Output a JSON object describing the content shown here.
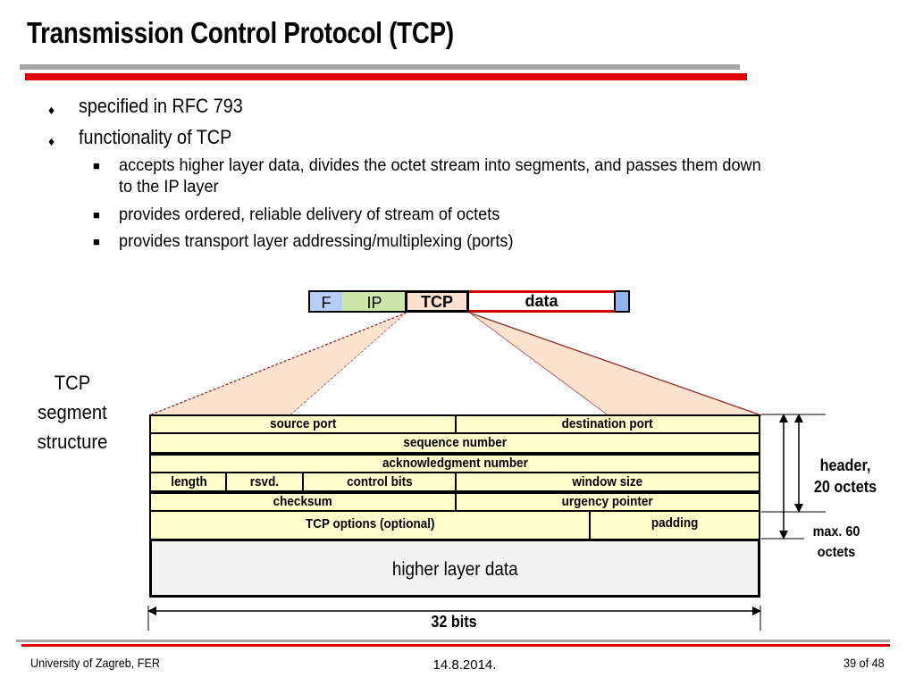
{
  "slide": {
    "title": "Transmission Control Protocol (TCP)",
    "bullets": [
      {
        "marker": "♦",
        "text": "specified in RFC 793"
      },
      {
        "marker": "♦",
        "text": "functionality of TCP"
      }
    ],
    "subbullets": [
      {
        "marker": "■",
        "line1": "accepts higher layer data, divides the octet stream into segments, and passes them down",
        "line2": "to the IP layer"
      },
      {
        "marker": "■",
        "line1": "provides ordered, reliable delivery of stream of octets"
      },
      {
        "marker": "■",
        "line1": "provides transport layer addressing/multiplexing (ports)"
      }
    ]
  },
  "diagram": {
    "strip": {
      "f": "F",
      "ip": "IP",
      "tcp": "TCP",
      "data": "data"
    },
    "side_label": [
      "TCP",
      "segment",
      "structure"
    ],
    "fields": {
      "source_port": "source port",
      "destination_port": "destination port",
      "sequence_number": "sequence number",
      "ack_number": "acknowledgment number",
      "length": "length",
      "rsvd": "rsvd.",
      "control_bits": "control bits",
      "window_size": "window size",
      "checksum": "checksum",
      "urgency_pointer": "urgency pointer",
      "tcp_options": "TCP options (optional)",
      "padding": "padding",
      "higher_layer_data": "higher layer data"
    },
    "header_label": [
      "header,",
      "20 octets"
    ],
    "max_label": [
      "max. 60",
      "octets"
    ],
    "width_label": "32 bits"
  },
  "footer": {
    "institution": "University of Zagreb, FER",
    "date": "14.8.2014.",
    "page": "39 of 48"
  }
}
